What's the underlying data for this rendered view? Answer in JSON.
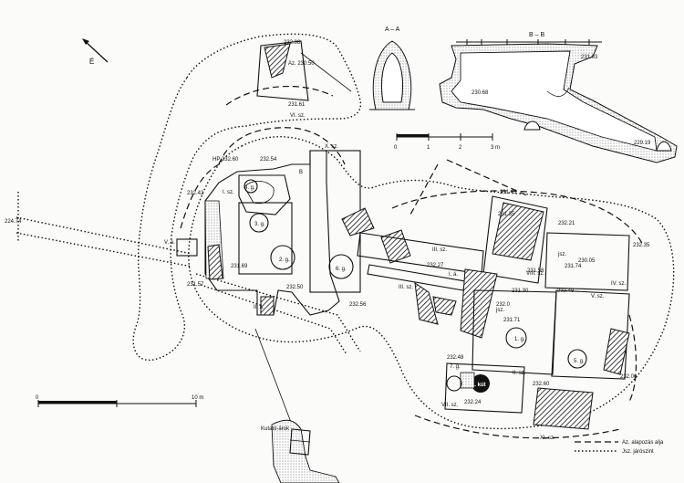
{
  "north_label": "É",
  "section_labels": {
    "a": "A – A",
    "b": "B – B"
  },
  "scale_section": [
    "0",
    "1",
    "2",
    "3 m"
  ],
  "scale_plan": [
    "0",
    "10 m"
  ],
  "elevations": [
    "232.98",
    "Az. 230.50",
    "231.61",
    "231.03",
    "230.68",
    "229.19",
    "232.54",
    "HP 232.60",
    "232.42",
    "224.74",
    "231.45",
    "231.35",
    "232.21",
    "232.35",
    "231.58",
    "231.74",
    "230.05",
    "232.27",
    "231.30",
    "232.49",
    "231.69",
    "232.50",
    "231.57",
    "232.56",
    "232.0",
    "231.71",
    "232.48",
    "232.60",
    "232.06",
    "232.24"
  ],
  "room_labels": [
    "VI. sz.",
    "X. sz.",
    "I. sz.",
    "V. á.",
    "II. á.",
    "I. á.",
    "III. sz.",
    "IV. sz.",
    "V. sz.",
    "VII. sz.",
    "II. sz.",
    "III. sz.",
    "XI. sz.",
    "VIII. sz.",
    "B",
    "jsz.",
    "jsz."
  ],
  "pit_labels": [
    "1. g.",
    "2. g.",
    "3. g.",
    "4. g.",
    "5. g.",
    "6. g.",
    "7. g."
  ],
  "well_label": "1. kút",
  "moat_label": "Kutató-árok",
  "legend": [
    "Az. alapozás alja",
    "Jsz. járószint"
  ]
}
